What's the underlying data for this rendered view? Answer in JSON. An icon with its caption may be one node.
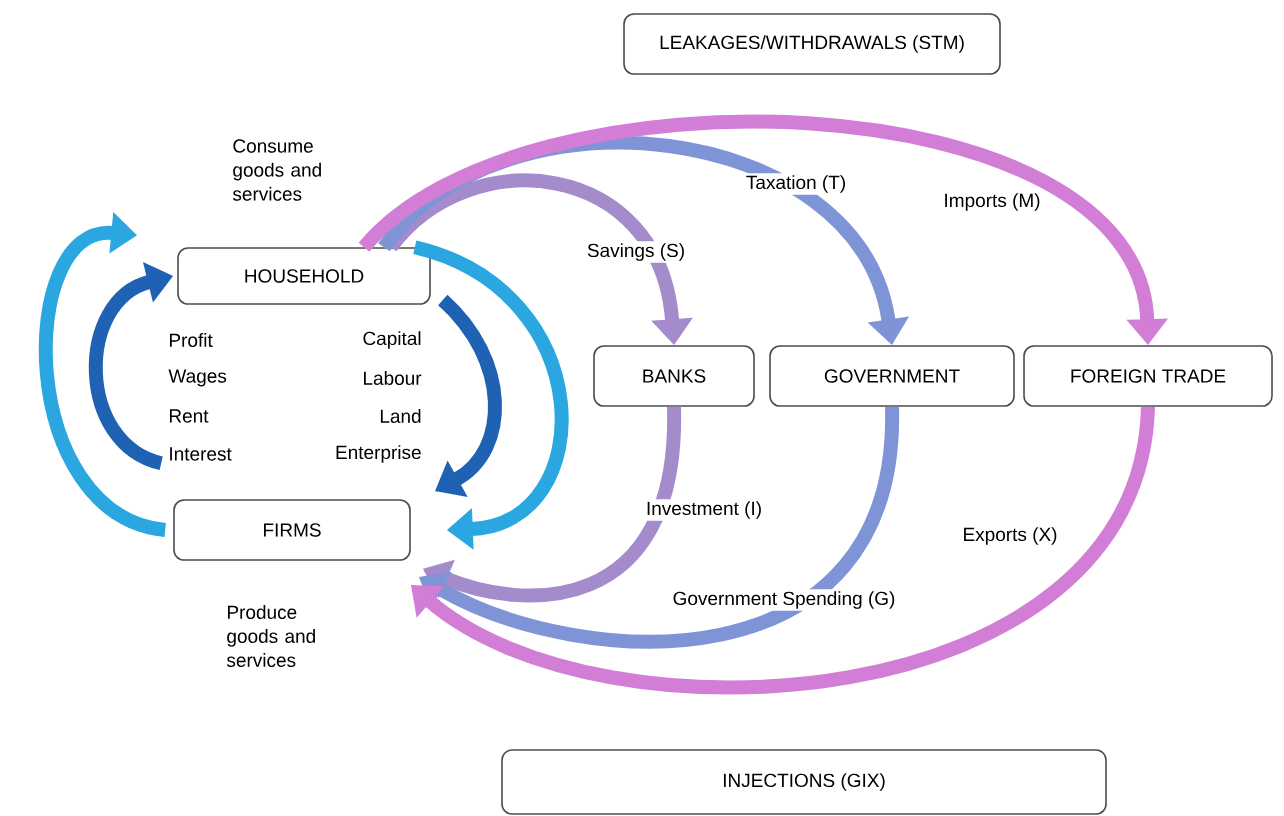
{
  "diagram": {
    "nodes": [
      {
        "text": [
          "LEAKAGES/WITHDRAWALS (STM)"
        ]
      },
      {
        "text": [
          "HOUSEHOLD"
        ]
      },
      {
        "text": [
          "BANKS"
        ]
      },
      {
        "text": [
          "GOVERNMENT"
        ]
      },
      {
        "text": [
          "FOREIGN TRADE"
        ]
      },
      {
        "text": [
          "FIRMS"
        ]
      },
      {
        "text": [
          "INJECTIONS (GIX)"
        ]
      }
    ],
    "edges": [
      {
        "from": 5,
        "to": 1,
        "arrow": "to",
        "color": "#2aa7e0"
      },
      {
        "from": 5,
        "to": 1,
        "arrow": "to",
        "color": "#1f62b3"
      },
      {
        "from": 1,
        "to": 5,
        "arrow": "to",
        "color": "#1f62b3"
      },
      {
        "from": 1,
        "to": 5,
        "arrow": "to",
        "color": "#2aa7e0"
      },
      {
        "from": 1,
        "to": 2,
        "arrow": "to",
        "label": "Savings (S)",
        "color": "#a48bcb"
      },
      {
        "from": 1,
        "to": 3,
        "arrow": "to",
        "label": "Taxation (T)",
        "color": "#7f94d6"
      },
      {
        "from": 1,
        "to": 4,
        "arrow": "to",
        "label": "Imports (M)",
        "color": "#d27ed6"
      },
      {
        "from": 2,
        "to": 5,
        "arrow": "to",
        "label": "Investment (I)",
        "color": "#a48bcb"
      },
      {
        "from": 3,
        "to": 5,
        "arrow": "to",
        "label": "Government Spending (G)",
        "color": "#7f94d6"
      },
      {
        "from": 4,
        "to": 5,
        "arrow": "to",
        "label": "Exports (X)",
        "color": "#d27ed6"
      }
    ],
    "labels": [
      "Consume goods and services",
      "Profit",
      "Capital",
      "Wages",
      "Labour",
      "Rent",
      "Land",
      "Interest",
      "Enterprise",
      "Produce goods and services"
    ]
  }
}
